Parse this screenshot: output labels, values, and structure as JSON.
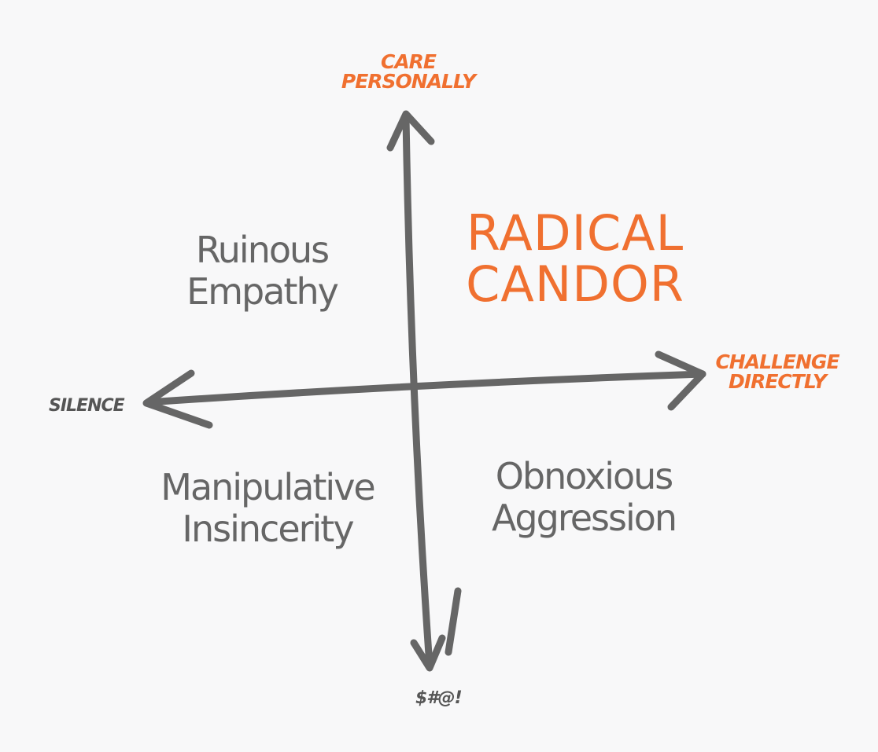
{
  "axes": {
    "top": [
      "CARE",
      "PERSONALLY"
    ],
    "right": [
      "CHALLENGE",
      "DIRECTLY"
    ],
    "left": "SILENCE",
    "bottom": "$#@!"
  },
  "quadrants": {
    "top_right": [
      "RADICAL",
      "CANDOR"
    ],
    "top_left": [
      "Ruinous",
      "Empathy"
    ],
    "bottom_left": [
      "Manipulative",
      "Insincerity"
    ],
    "bottom_right": [
      "Obnoxious",
      "Aggression"
    ]
  },
  "colors": {
    "accent": "#f07030",
    "ink": "#666666",
    "dark_label": "#555555",
    "background": "#f8f8f9"
  }
}
